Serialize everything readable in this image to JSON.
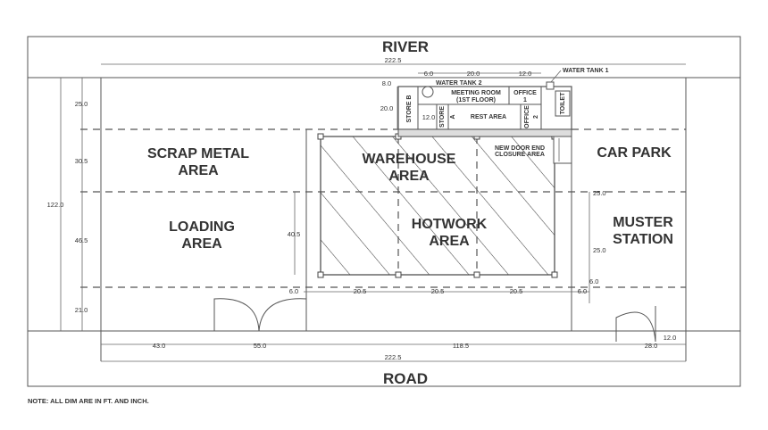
{
  "boundary": {
    "top_label": "RIVER",
    "bottom_label": "ROAD"
  },
  "areas": {
    "scrap_metal": [
      "SCRAP METAL",
      "AREA"
    ],
    "loading": [
      "LOADING",
      "AREA"
    ],
    "warehouse": [
      "WAREHOUSE",
      "AREA"
    ],
    "hotwork": [
      "HOTWORK",
      "AREA"
    ],
    "car_park": "CAR PARK",
    "muster": [
      "MUSTER",
      "STATION"
    ]
  },
  "rooms": {
    "water_tank_1": "WATER TANK 1",
    "water_tank_2": "WATER TANK 2",
    "meeting_room": [
      "MEETING ROOM",
      "(1ST FLOOR)"
    ],
    "office_1": [
      "OFFICE",
      "1"
    ],
    "office_2": [
      "OFFICE",
      "2"
    ],
    "store_a": [
      "STORE",
      "A"
    ],
    "store_b": "STORE B",
    "rest_area": "REST AREA",
    "toilet": "TOILET",
    "door_end": [
      "NEW DOOR END",
      "CLOSURE AREA"
    ]
  },
  "dimensions": {
    "top_total": "222.5",
    "bottom_total": "222.5",
    "left_total": "122.0",
    "left": [
      "25.0",
      "30.5",
      "46.5",
      "21.0"
    ],
    "top_office": [
      "6.0",
      "20.0",
      "12.0"
    ],
    "office_side": [
      "8.0",
      "20.0",
      "12.0"
    ],
    "warehouse_height": "40.5",
    "right_side": [
      "25.0",
      "25.0",
      "6.0"
    ],
    "grid_bottom": [
      "6.0",
      "20.5",
      "20.5",
      "20.5",
      "6.0"
    ],
    "road_bottom": [
      "43.0",
      "55.0",
      "118.5",
      "28.0",
      "12.0"
    ]
  },
  "note": "NOTE: ALL DIM ARE IN FT. AND INCH."
}
